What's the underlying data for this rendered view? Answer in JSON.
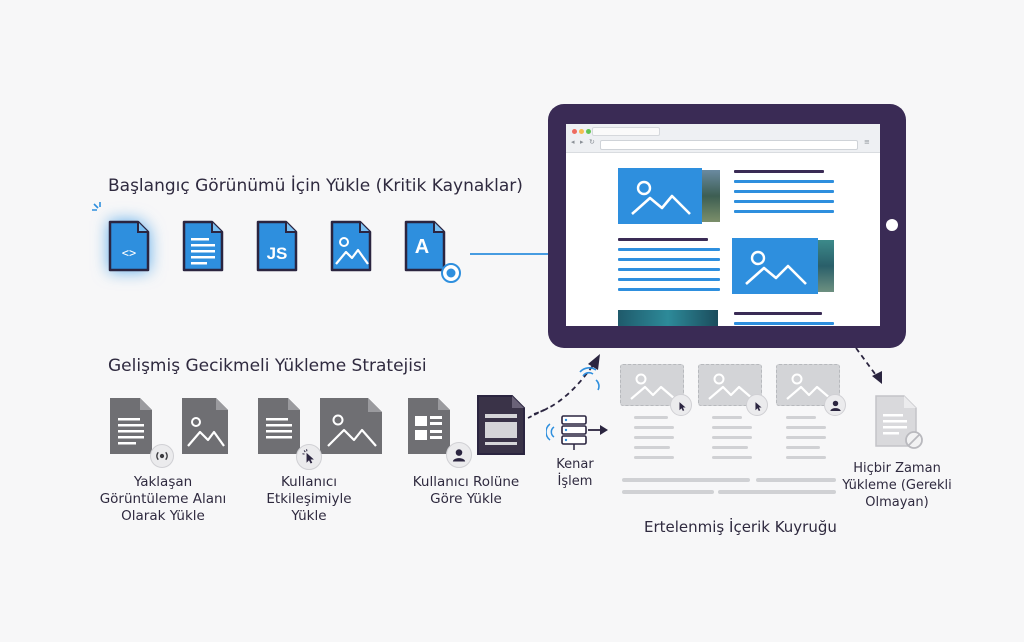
{
  "initial": {
    "title": "Başlangıç Görünümü İçin Yükle (Kritik Kaynaklar)",
    "icons": [
      "html-file-icon",
      "document-file-icon",
      "js-file-icon",
      "image-file-icon",
      "font-file-icon"
    ],
    "js_text": "JS",
    "font_text": "A",
    "code_text": "<>"
  },
  "strategy": {
    "title": "Gelişmiş Gecikmeli Yükleme Stratejisi",
    "items": [
      {
        "lines": [
          "Yaklaşan",
          "Görüntüleme Alanı",
          "Olarak Yükle"
        ]
      },
      {
        "lines": [
          "Kullanıcı",
          "Etkileşimiyle",
          "Yükle"
        ]
      },
      {
        "lines": [
          "Kullanıcı Rolüne",
          "Göre Yükle"
        ]
      }
    ]
  },
  "edge": {
    "lines": [
      "Kenar",
      "İşlem"
    ]
  },
  "queue": {
    "title": "Ertelenmiş İçerik Kuyruğu"
  },
  "never": {
    "lines": [
      "Hiçbir Zaman",
      "Yükleme (Gerekli",
      "Olmayan)"
    ]
  },
  "colors": {
    "accent": "#2e8fde",
    "tablet": "#3a2b55",
    "grey_icon": "#6f6f73",
    "deferred": "#d3d4d7"
  }
}
